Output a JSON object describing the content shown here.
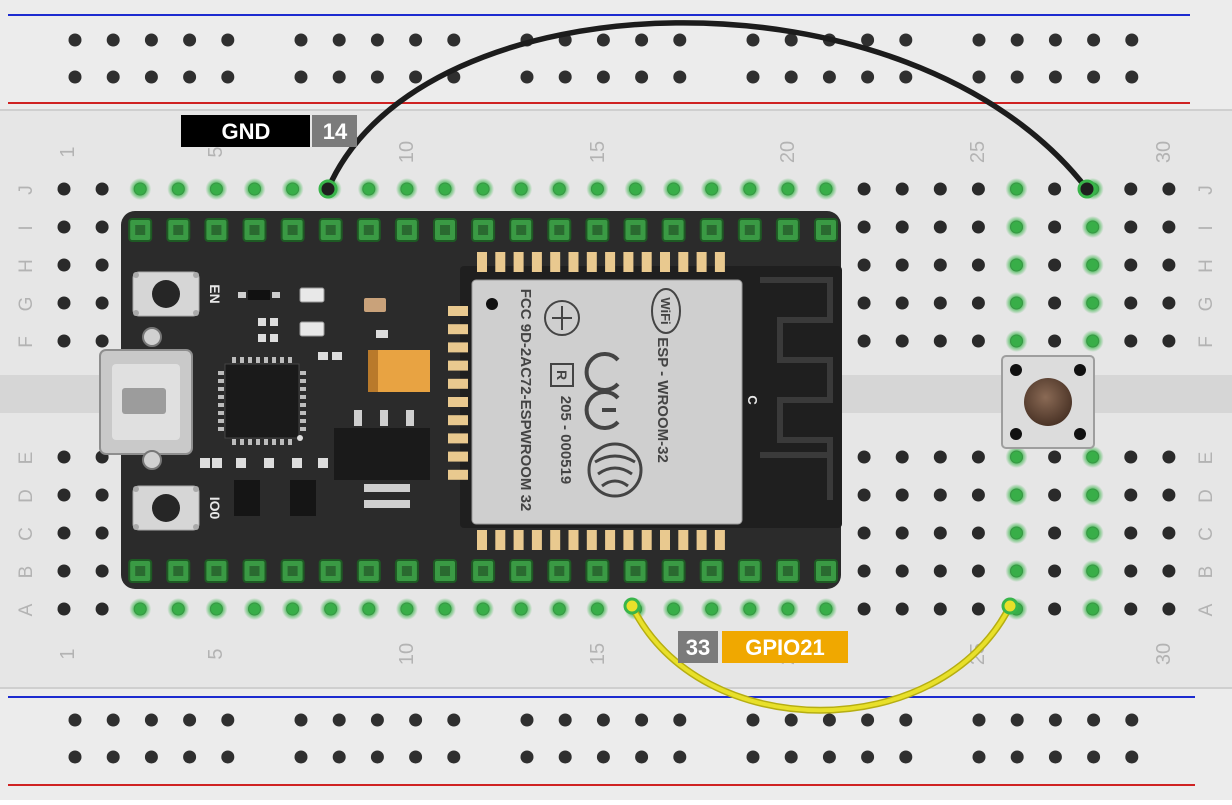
{
  "breadboard": {
    "columns_top": [
      "1",
      "5",
      "10",
      "15",
      "20",
      "25",
      "30"
    ],
    "columns_bottom": [
      "1",
      "5",
      "10",
      "15",
      "20",
      "25",
      "30"
    ],
    "rows_left": [
      "J",
      "I",
      "H",
      "G",
      "F",
      "E",
      "D",
      "C",
      "B",
      "A"
    ],
    "rows_right": [
      "J",
      "I",
      "H",
      "G",
      "F",
      "E",
      "D",
      "C",
      "B",
      "A"
    ],
    "rail_blue": "#1c2bd0",
    "rail_red": "#cf2222"
  },
  "labels": {
    "gnd_name": "GND",
    "gnd_pin": "14",
    "gpio_pin": "33",
    "gpio_name": "GPIO21"
  },
  "board": {
    "en_label": "EN",
    "io0_label": "IO0",
    "wifi_mark": "WiFi",
    "module_name": "ESP - WROOM-32",
    "fcc_text": "FCC 9D-2AC72-ESPWROOM 32",
    "cert_text": "205 - 000519",
    "r_mark": "R",
    "c_mark": "C"
  },
  "colors": {
    "gnd_label_bg": "#000000",
    "pin_label_bg": "#7b7b7b",
    "gpio_label_bg": "#f0a800",
    "wire_black": "#1c1c1c",
    "wire_yellow": "#e8e02a",
    "highlight_green": "#39b54a"
  }
}
